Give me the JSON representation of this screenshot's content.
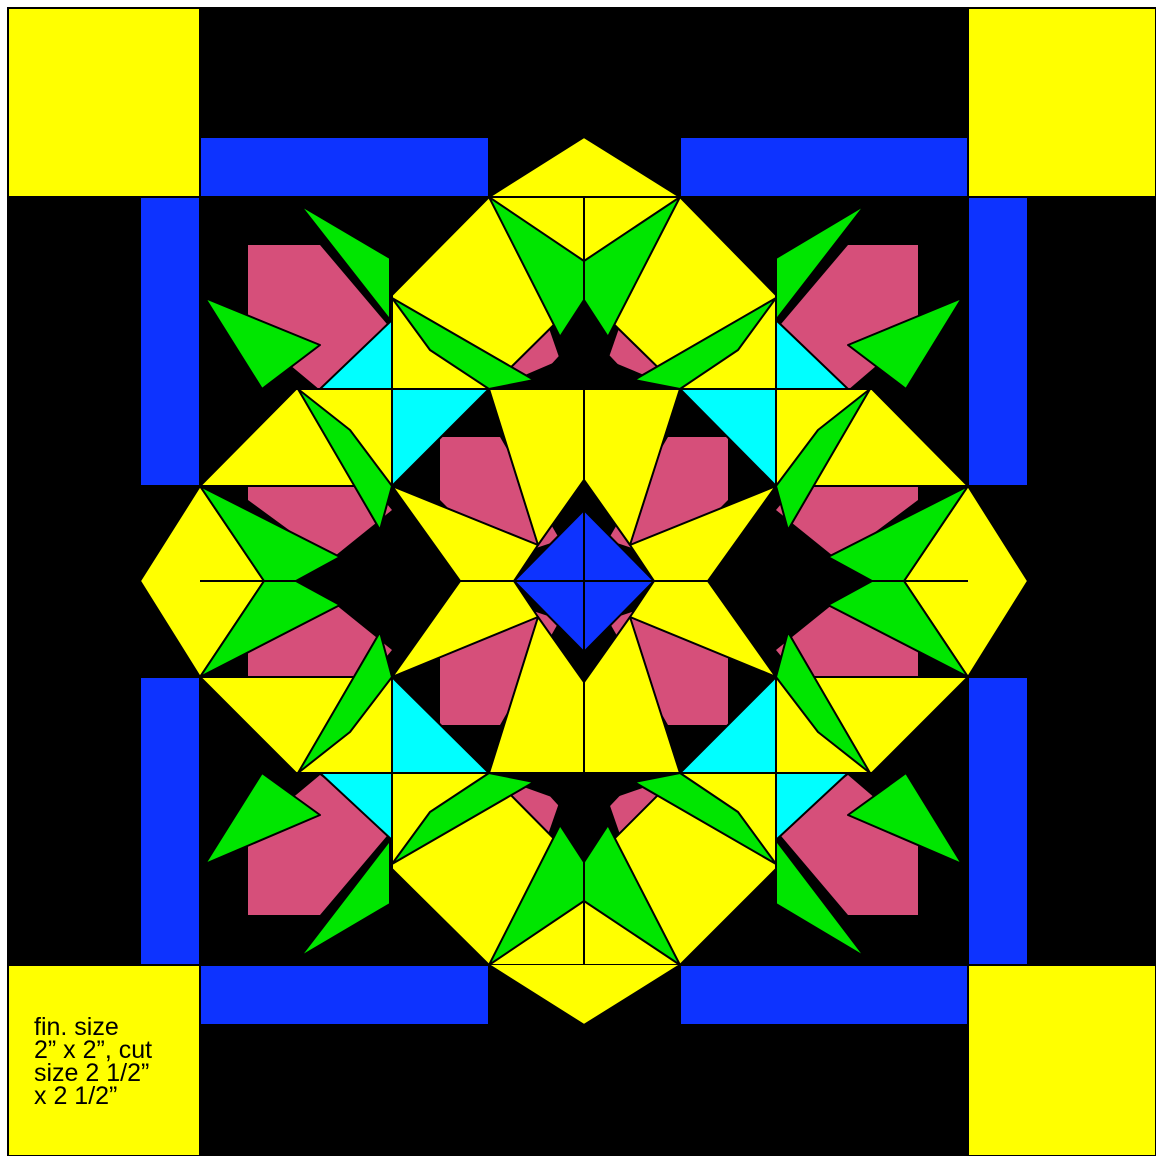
{
  "title": "",
  "corner_note": "fin. size\n2” x 2”, cut\nsize 2 1/2”\nx 2 1/2”",
  "colors": {
    "yellow": "#FFFF00",
    "black": "#000000",
    "blue": "#0D33FF",
    "green": "#00E600",
    "pink": "#D64F7A",
    "cyan": "#00FFFF",
    "outline": "#000000"
  },
  "quilt": {
    "corner_squares": [
      "top-left",
      "top-right",
      "bottom-left",
      "bottom-right"
    ],
    "border_colors": [
      "black",
      "blue"
    ],
    "center_square_color": "blue",
    "motif_colors": [
      "yellow",
      "green",
      "pink",
      "cyan"
    ]
  }
}
